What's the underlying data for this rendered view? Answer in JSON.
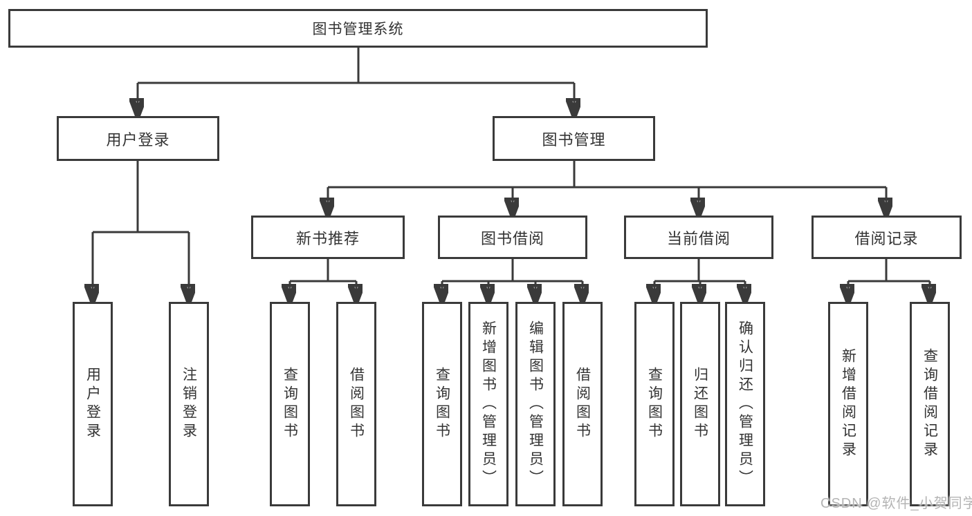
{
  "tree": {
    "root": {
      "label": "图书管理系统"
    },
    "branches": [
      {
        "label": "用户登录",
        "children": [
          {
            "label": "用户登录"
          },
          {
            "label": "注销登录"
          }
        ]
      },
      {
        "label": "图书管理",
        "sections": [
          {
            "label": "新书推荐",
            "children": [
              {
                "label": "查询图书"
              },
              {
                "label": "借阅图书"
              }
            ]
          },
          {
            "label": "图书借阅",
            "children": [
              {
                "label": "查询图书"
              },
              {
                "label": "新增图书（管理员）"
              },
              {
                "label": "编辑图书（管理员）"
              },
              {
                "label": "借阅图书"
              }
            ]
          },
          {
            "label": "当前借阅",
            "children": [
              {
                "label": "查询图书"
              },
              {
                "label": "归还图书"
              },
              {
                "label": "确认归还（管理员）"
              }
            ]
          },
          {
            "label": "借阅记录",
            "children": [
              {
                "label": "新增借阅记录"
              },
              {
                "label": "查询借阅记录"
              }
            ]
          }
        ]
      }
    ]
  },
  "watermark": "CSDN @软件_小贺同学",
  "colors": {
    "line": "#3a3a3a",
    "text": "#333333",
    "watermark": "#b4b4b4",
    "background": "#ffffff"
  }
}
